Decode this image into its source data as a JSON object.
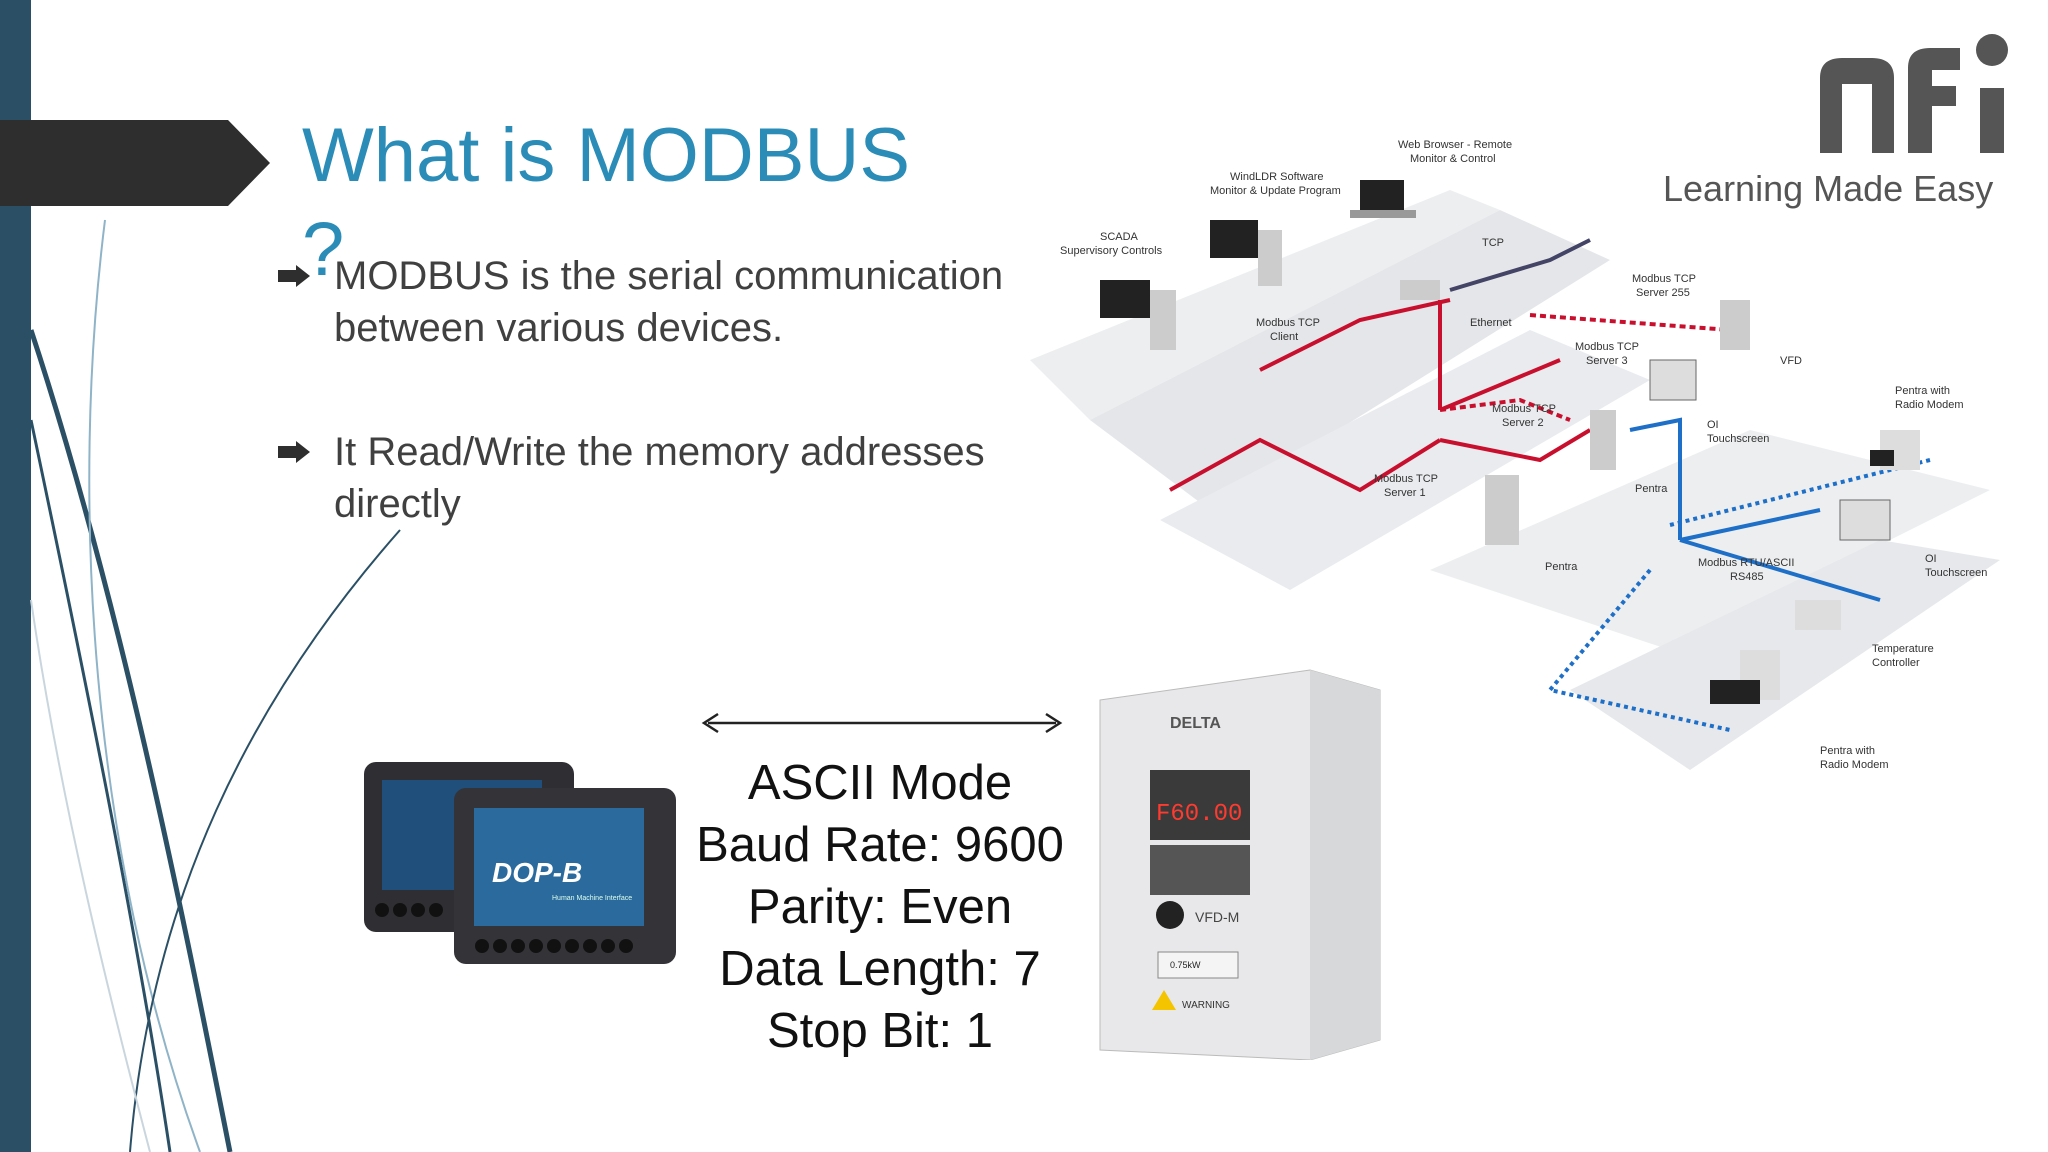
{
  "slide": {
    "title": "What is MODBUS",
    "title_question_mark": "?",
    "bullets": [
      "MODBUS is the serial communication between various devices.",
      "It Read/Write the memory addresses directly"
    ]
  },
  "logo": {
    "brand": "nfi",
    "tagline": "Learning Made Easy"
  },
  "network_diagram": {
    "labels": {
      "web_browser": "Web Browser - Remote",
      "web_browser_2": "Monitor & Control",
      "windldr": "WindLDR Software",
      "windldr_2": "Monitor & Update Program",
      "scada": "SCADA",
      "scada_2": "Supervisory Controls",
      "tcp": "TCP",
      "ethernet": "Ethernet",
      "client": "Modbus TCP",
      "client_2": "Client",
      "server255": "Modbus TCP",
      "server255_2": "Server 255",
      "server3": "Modbus TCP",
      "server3_2": "Server 3",
      "server2": "Modbus TCP",
      "server2_2": "Server 2",
      "server1": "Modbus TCP",
      "server1_2": "Server 1",
      "vfd": "VFD",
      "oi_touch_1": "OI",
      "oi_touch_1b": "Touchscreen",
      "pentra_1": "Pentra",
      "pentra_2": "Pentra",
      "pentra_radio_1": "Pentra with",
      "pentra_radio_1b": "Radio Modem",
      "rtu": "Modbus RTU/ASCII",
      "rtu_2": "RS485",
      "oi_touch_2": "OI",
      "oi_touch_2b": "Touchscreen",
      "temp": "Temperature",
      "temp_2": "Controller",
      "pentra_radio_2": "Pentra with",
      "pentra_radio_2b": "Radio Modem"
    }
  },
  "settings": {
    "mode": "ASCII Mode",
    "baud": "Baud Rate: 9600",
    "parity": "Parity: Even",
    "data_length": "Data Length: 7",
    "stop_bit": "Stop Bit: 1"
  },
  "devices": {
    "hmi_brand": "DOP-B",
    "hmi_subtitle": "Human Machine Interface",
    "vfd_brand": "DELTA",
    "vfd_display": "F60.00",
    "vfd_model": "VFD-M",
    "vfd_power": "0.75kW",
    "vfd_warning": "WARNING"
  },
  "colors": {
    "title": "#2a8cb7",
    "left_bar": "#2b5066",
    "logo_gray": "#555555",
    "logo_dot": "#2a8cb7",
    "network_red": "#c8102e",
    "network_blue": "#1e6fc8"
  }
}
